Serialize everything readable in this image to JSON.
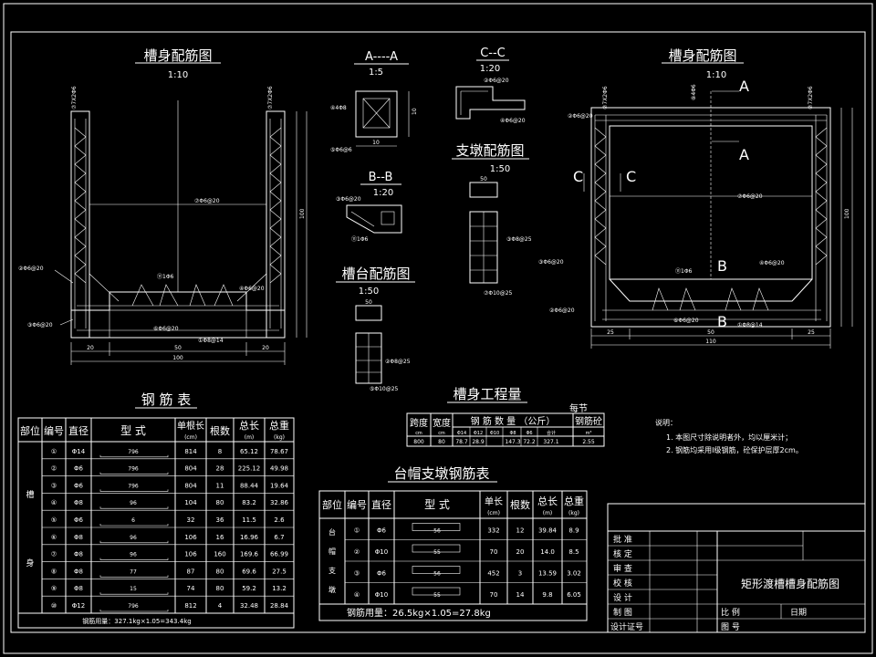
{
  "views": {
    "left": {
      "title": "槽身配筋图",
      "scale": "1:10"
    },
    "right": {
      "title": "槽身配筋图",
      "scale": "1:10"
    },
    "aa": {
      "title": "A----A",
      "scale": "1:5"
    },
    "bb": {
      "title": "B--B",
      "scale": "1:20"
    },
    "cc": {
      "title": "C--C",
      "scale": "1:20"
    },
    "pier": {
      "title": "支墩配筋图",
      "scale": "1:50"
    },
    "cap": {
      "title": "槽台配筋图",
      "scale": "1:50"
    }
  },
  "labels": {
    "left_bar_v1": "⑦7X2Φ6",
    "left_bar_v2": "⑦7X2Φ6",
    "right_bar_v1": "⑦7X2Φ6",
    "right_bar_v2": "⑦7X2Φ6",
    "right_bar_top": "⑧4Φ6",
    "bar7": "⑦Φ6@20",
    "bar1": "①Φ8@14",
    "bar2": "②Φ6@20",
    "bar3": "③Φ6@20",
    "bar4": "④Φ6@20",
    "bar11": "⑪1Φ6",
    "bar6": "⑥Φ6@20",
    "aa_b1": "④4Φ8",
    "aa_b2": "⑤Φ6@6",
    "dim_h": "10",
    "dim_v": "10",
    "dim_total_left": "100",
    "dim_50": "50",
    "dim_20a": "20",
    "dim_20b": "20",
    "dim_total_right": "110",
    "dim_25a": "25",
    "dim_25b": "25",
    "dim_50r": "50",
    "dim_right_v": "100",
    "dim_left_v": "100",
    "pier_b1": "③Φ8@25",
    "pier_b2": "⑦Φ10@25",
    "cap_b1": "②Φ8@25",
    "cap_b2": "⑤Φ10@25",
    "cap_dim": "50",
    "pier_dim": "50",
    "sec_a": "A",
    "sec_b": "B",
    "sec_c": "C"
  },
  "rebar_table": {
    "title": "钢 筋 表",
    "headers": [
      "部位",
      "编号",
      "直径",
      "型 式",
      "单根长",
      "根数",
      "总长",
      "总重"
    ],
    "units": [
      "",
      "",
      "",
      "",
      "(cm)",
      "",
      "(m)",
      "(kg)"
    ],
    "part_label": [
      "槽",
      "身"
    ],
    "rows": [
      [
        "①",
        "Φ14",
        "796",
        "814",
        "8",
        "65.12",
        "78.67"
      ],
      [
        "②",
        "Φ6",
        "796",
        "804",
        "28",
        "225.12",
        "49.98"
      ],
      [
        "③",
        "Φ6",
        "796",
        "804",
        "11",
        "88.44",
        "19.64"
      ],
      [
        "④",
        "Φ8",
        "96",
        "104",
        "80",
        "83.2",
        "32.86"
      ],
      [
        "⑤",
        "Φ6",
        "6",
        "32",
        "36",
        "11.5",
        "2.6"
      ],
      [
        "⑥",
        "Φ8",
        "96",
        "106",
        "16",
        "16.96",
        "6.7"
      ],
      [
        "⑦",
        "Φ8",
        "96",
        "106",
        "160",
        "169.6",
        "66.99"
      ],
      [
        "⑧",
        "Φ8",
        "77",
        "87",
        "80",
        "69.6",
        "27.5"
      ],
      [
        "⑨",
        "Φ8",
        "15",
        "74",
        "80",
        "59.2",
        "13.2"
      ],
      [
        "⑩",
        "Φ12",
        "796",
        "812",
        "4",
        "32.48",
        "28.84"
      ]
    ],
    "footer": "钢筋用量：327.1kg×1.05=343.4kg"
  },
  "quantity_table": {
    "title": "槽身工程量",
    "subtitle": "每节",
    "headers": [
      "跨度",
      "宽度",
      "钢 筋 数 量 （公斤）",
      "钢筋砼"
    ],
    "sub_headers": [
      "cm",
      "cm",
      "Φ14",
      "Φ12",
      "Φ10",
      "Φ8",
      "Φ6",
      "合计",
      "m³"
    ],
    "row": [
      "800",
      "80",
      "78.7",
      "28.9",
      "",
      "147.3",
      "72.2",
      "327.1",
      "2.55"
    ]
  },
  "pier_table": {
    "title": "台帽支墩钢筋表",
    "headers": [
      "部位",
      "编号",
      "直径",
      "型 式",
      "单长",
      "根数",
      "总长",
      "总重"
    ],
    "units": [
      "",
      "",
      "",
      "",
      "(cm)",
      "",
      "(m)",
      "(kg)"
    ],
    "part_label": [
      "台",
      "帽",
      "支",
      "墩"
    ],
    "rows": [
      [
        "①",
        "Φ6",
        "56",
        "332",
        "12",
        "39.84",
        "8.9"
      ],
      [
        "②",
        "Φ10",
        "55",
        "70",
        "20",
        "14.0",
        "8.5"
      ],
      [
        "③",
        "Φ6",
        "56",
        "452",
        "3",
        "13.59",
        "3.02"
      ],
      [
        "④",
        "Φ10",
        "55",
        "70",
        "14",
        "9.8",
        "6.05"
      ]
    ],
    "footer": "钢筋用量：26.5kg×1.05=27.8kg"
  },
  "notes": {
    "title": "说明：",
    "items": [
      "1. 本图尺寸除说明者外，均以厘米计；",
      "2. 钢筋均采用Ⅰ级钢筋，砼保护层厚2cm。"
    ]
  },
  "title_block": {
    "rows": [
      "批 准",
      "核 定",
      "审 查",
      "校 核",
      "设 计",
      "制 图",
      "设计证号"
    ],
    "drawing_name": "矩形渡槽槽身配筋图",
    "scale_label": "比 例",
    "date_label": "日期",
    "number_label": "图 号"
  }
}
